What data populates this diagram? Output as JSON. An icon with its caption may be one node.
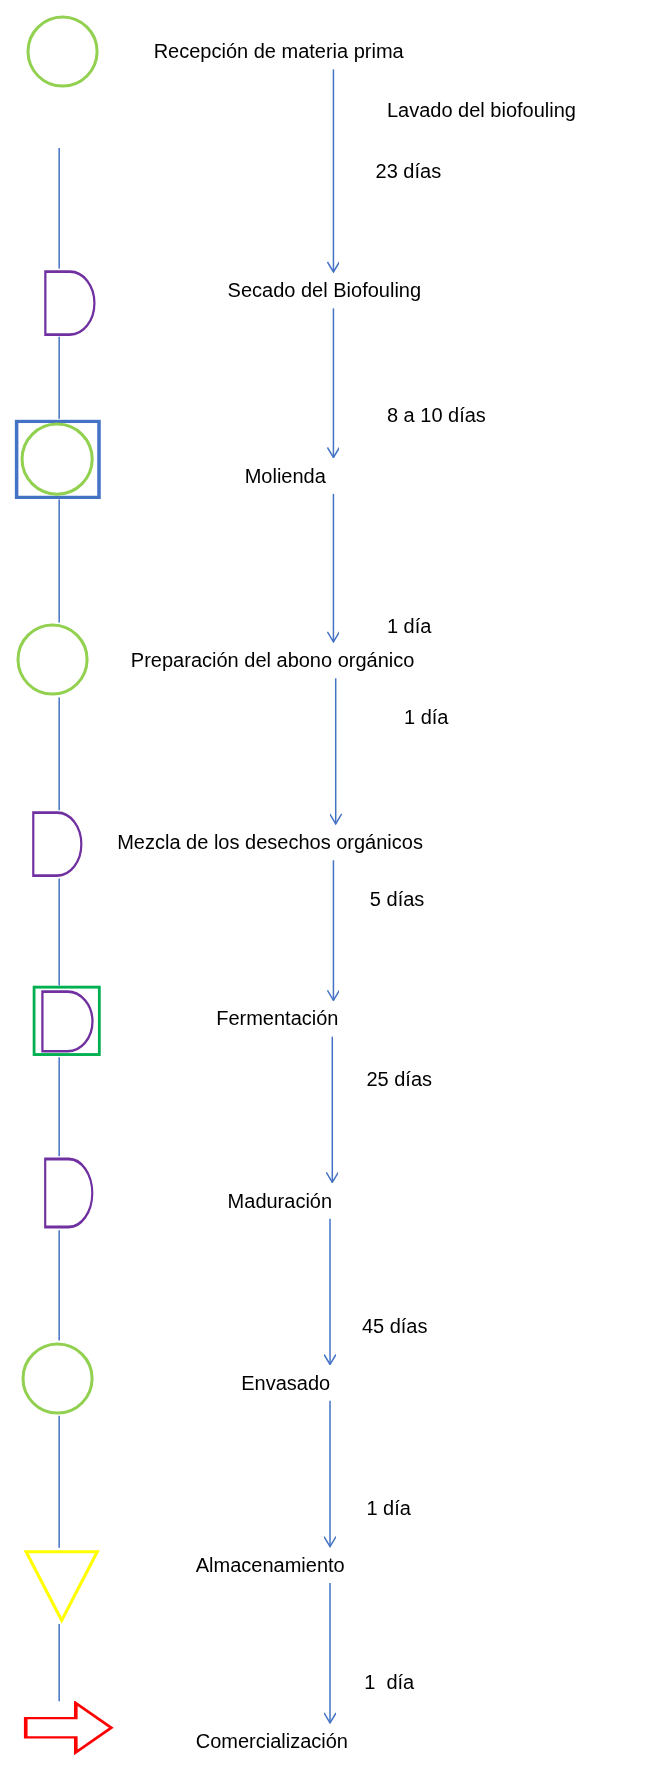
{
  "diagram": {
    "nodes": [
      {
        "text": [],
        "shape": "circle"
      },
      {
        "text": [
          "Recepción de materia prima"
        ]
      },
      {
        "text": [],
        "shape": "delay"
      },
      {
        "text": [
          "Secado del Biofouling"
        ]
      },
      {
        "text": [],
        "shape": "box"
      },
      {
        "text": [],
        "shape": "circle",
        "in": 4
      },
      {
        "text": [
          "Molienda"
        ]
      },
      {
        "text": [],
        "shape": "circle"
      },
      {
        "text": [
          "Preparación del abono orgánico"
        ]
      },
      {
        "text": [],
        "shape": "delay"
      },
      {
        "text": [
          "Mezcla de los desechos orgánicos"
        ]
      },
      {
        "text": [],
        "shape": "box"
      },
      {
        "text": [],
        "shape": "delay",
        "in": 11
      },
      {
        "text": [
          "Fermentación"
        ]
      },
      {
        "text": [],
        "shape": "delay"
      },
      {
        "text": [
          "Maduración"
        ]
      },
      {
        "text": [],
        "shape": "circle"
      },
      {
        "text": [
          "Envasado"
        ]
      },
      {
        "text": [],
        "shape": "triangle"
      },
      {
        "text": [
          "Almacenamiento"
        ]
      },
      {
        "text": [],
        "shape": "arrow"
      },
      {
        "text": [
          "Comercialización"
        ]
      }
    ],
    "edges": [
      {
        "from": 1,
        "to": 3,
        "arrow": "to",
        "label": "23 días"
      },
      {
        "from": 3,
        "to": 6,
        "arrow": "to",
        "label": "8 a 10 días"
      },
      {
        "from": 6,
        "to": 8,
        "arrow": "to",
        "label": "1 día"
      },
      {
        "from": 8,
        "to": 10,
        "arrow": "to",
        "label": "1 día"
      },
      {
        "from": 10,
        "to": 13,
        "arrow": "to",
        "label": "5 días"
      },
      {
        "from": 13,
        "to": 15,
        "arrow": "to",
        "label": "25 días"
      },
      {
        "from": 15,
        "to": 17,
        "arrow": "to",
        "label": "45 días"
      },
      {
        "from": 17,
        "to": 19,
        "arrow": "to",
        "label": "1 día"
      },
      {
        "from": 19,
        "to": 21,
        "arrow": "to",
        "label": "1  día"
      },
      {
        "from": null,
        "to": 2,
        "arrow": "none"
      },
      {
        "from": 2,
        "to": 4,
        "arrow": "none"
      },
      {
        "from": 4,
        "to": 7,
        "arrow": "none"
      },
      {
        "from": 7,
        "to": 9,
        "arrow": "none"
      },
      {
        "from": 9,
        "to": 11,
        "arrow": "none"
      },
      {
        "from": 11,
        "to": 14,
        "arrow": "none"
      },
      {
        "from": 14,
        "to": 16,
        "arrow": "none"
      },
      {
        "from": 16,
        "to": 18,
        "arrow": "none"
      },
      {
        "from": 18,
        "to": 20,
        "arrow": "none"
      }
    ],
    "labels": [
      "Lavado del biofouling"
    ]
  }
}
